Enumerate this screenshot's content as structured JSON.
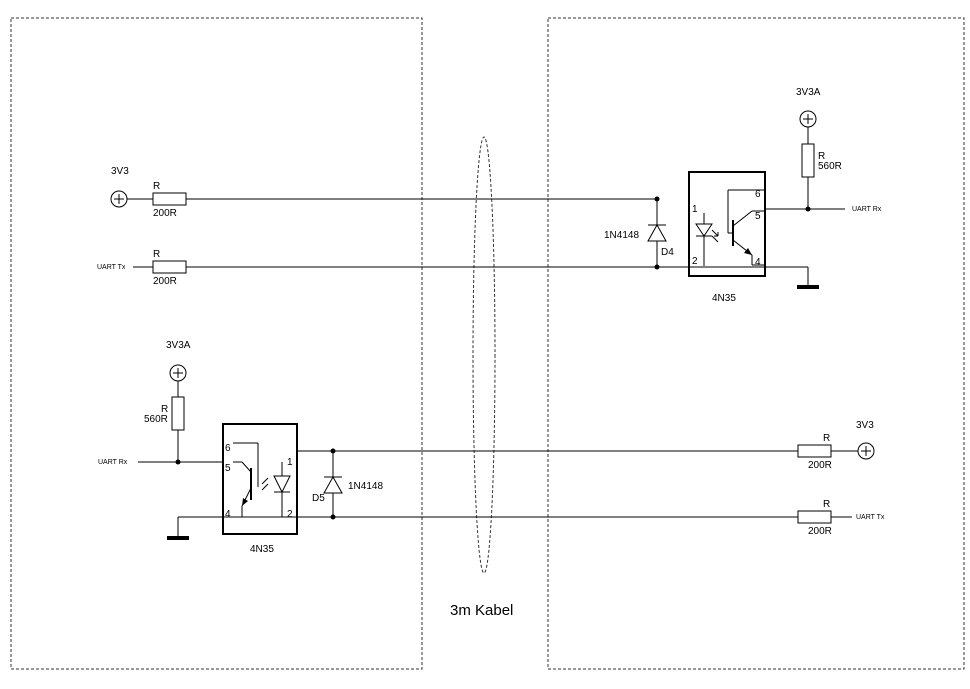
{
  "cable_label": "3m Kabel",
  "left_board": {
    "supply_top": "3V3",
    "r_top": {
      "name": "R",
      "value": "200R"
    },
    "tx_label": "UART Tx",
    "r_tx": {
      "name": "R",
      "value": "200R"
    },
    "supply_pullup": "3V3A",
    "r_pullup": {
      "name": "R",
      "value": "560R"
    },
    "rx_label": "UART Rx",
    "optocoupler": {
      "part": "4N35",
      "pins": [
        "6",
        "5",
        "4",
        "1",
        "2"
      ]
    },
    "diode": {
      "ref": "D5",
      "part": "1N4148"
    }
  },
  "right_board": {
    "supply_pullup": "3V3A",
    "r_pullup": {
      "name": "R",
      "value": "560R"
    },
    "rx_label": "UART Rx",
    "optocoupler": {
      "part": "4N35",
      "pins": [
        "1",
        "2",
        "6",
        "5",
        "4"
      ]
    },
    "diode": {
      "ref": "D4",
      "part": "1N4148"
    },
    "supply_bottom": "3V3",
    "r_bottom": {
      "name": "R",
      "value": "200R"
    },
    "tx_label": "UART Tx",
    "r_tx": {
      "name": "R",
      "value": "200R"
    }
  }
}
